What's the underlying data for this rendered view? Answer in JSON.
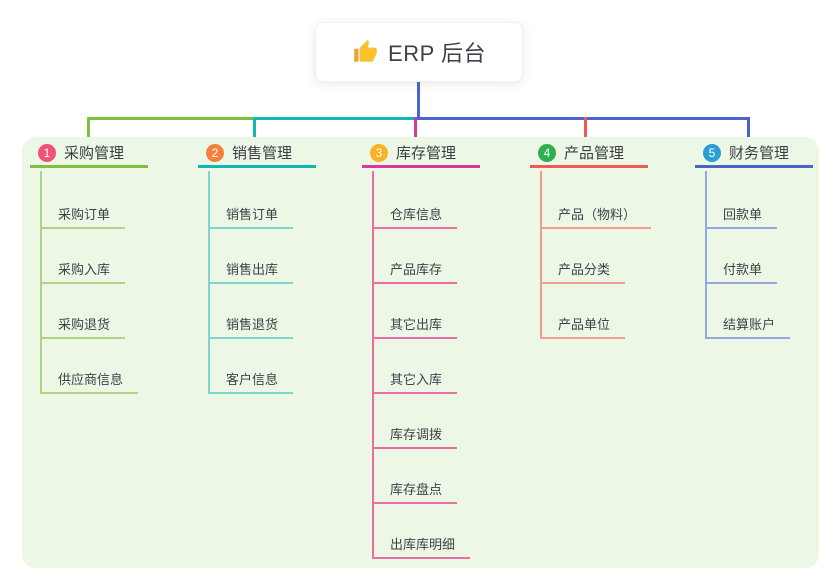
{
  "root": {
    "label": "ERP 后台",
    "icon": "thumbs-up-icon"
  },
  "colors": {
    "background": "#ffffff",
    "panel_background": "#ecf7e5",
    "root_connector": "#4a63cf",
    "text_dark": "#3d4148"
  },
  "branches": [
    {
      "number": "1",
      "title": "采购管理",
      "color": "#7ebf3f",
      "child_color": "#aed584",
      "badge_color": "#f15275",
      "children": [
        "采购订单",
        "采购入库",
        "采购退货",
        "供应商信息"
      ]
    },
    {
      "number": "2",
      "title": "销售管理",
      "color": "#10b8b2",
      "child_color": "#7fd6ce",
      "badge_color": "#f5823c",
      "children": [
        "销售订单",
        "销售出库",
        "销售退货",
        "客户信息"
      ]
    },
    {
      "number": "3",
      "title": "库存管理",
      "color": "#d63c97",
      "child_color": "#ef6ba8",
      "badge_color": "#f7b227",
      "children": [
        "仓库信息",
        "产品库存",
        "其它出库",
        "其它入库",
        "库存调拨",
        "库存盘点",
        "出库库明细"
      ]
    },
    {
      "number": "4",
      "title": "产品管理",
      "color": "#f15b55",
      "child_color": "#f49b94",
      "badge_color": "#2db04e",
      "children": [
        "产品（物料）",
        "产品分类",
        "产品单位"
      ]
    },
    {
      "number": "5",
      "title": "财务管理",
      "color": "#4a63cf",
      "child_color": "#93a9e0",
      "badge_color": "#2a9ed6",
      "children": [
        "回款单",
        "付款单",
        "结算账户"
      ]
    }
  ]
}
